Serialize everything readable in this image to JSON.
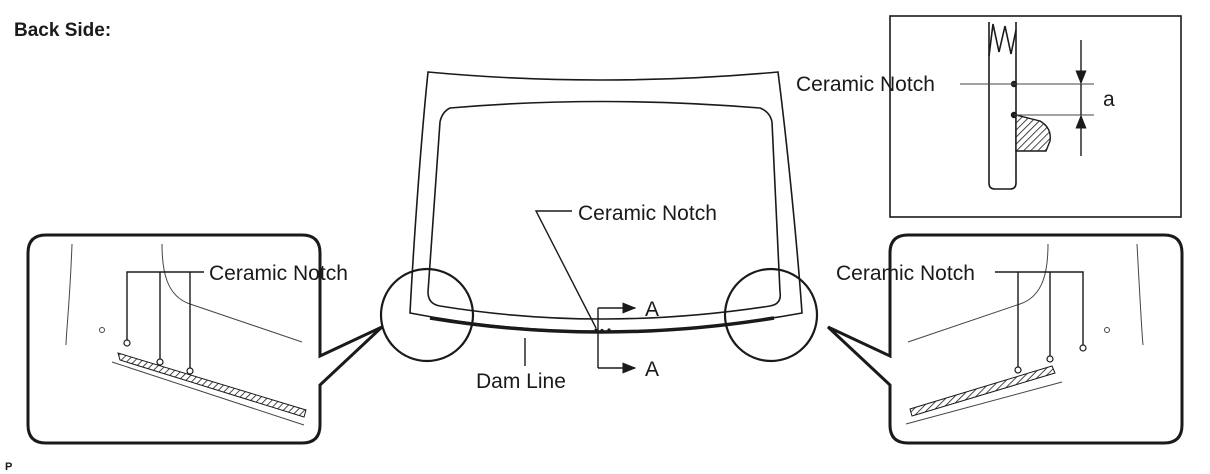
{
  "heading": "Back Side:",
  "labels": {
    "ceramic_notch": "Ceramic Notch",
    "dam_line": "Dam Line",
    "section_a": "A",
    "dimension_a": "a",
    "figure_code": "P"
  }
}
